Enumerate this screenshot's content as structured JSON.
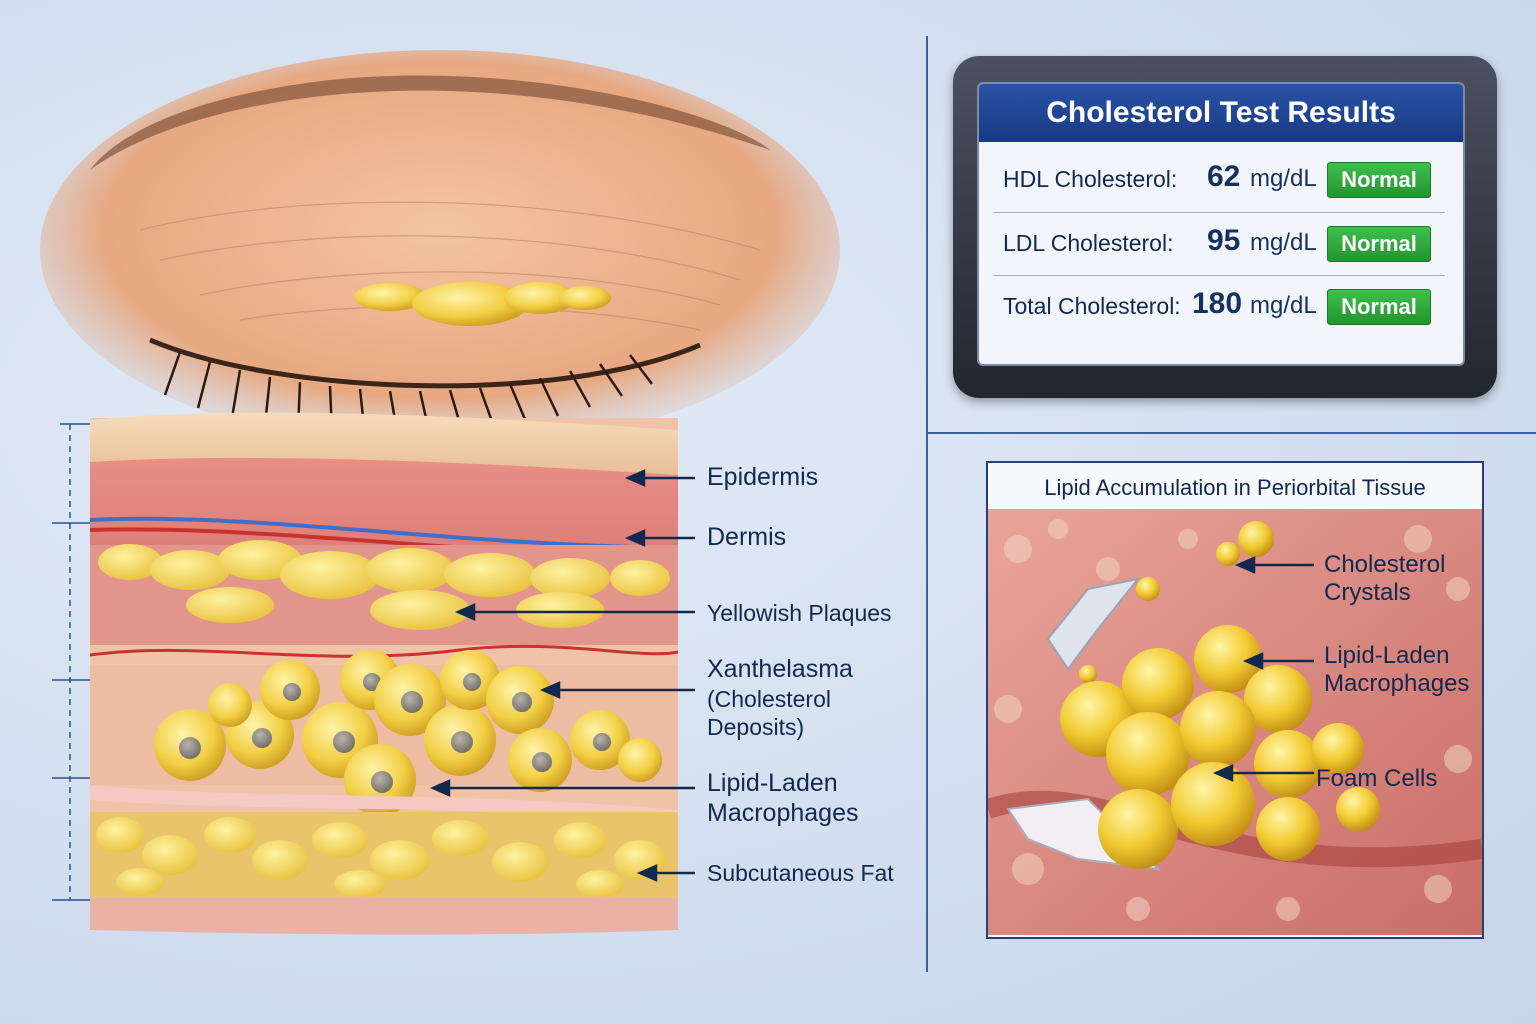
{
  "results_panel": {
    "title": "Cholesterol Test Results",
    "rows": [
      {
        "label": "HDL Cholesterol:",
        "value": "62",
        "unit": "mg/dL",
        "status": "Normal"
      },
      {
        "label": "LDL Cholesterol:",
        "value": "95",
        "unit": "mg/dL",
        "status": "Normal"
      },
      {
        "label": "Total Cholesterol:",
        "value": "180",
        "unit": "mg/dL",
        "status": "Normal"
      }
    ]
  },
  "cross_section_labels": {
    "epidermis": "Epidermis",
    "dermis": "Dermis",
    "yellowish_plaques": "Yellowish Plaques",
    "xanthelasma": "Xanthelasma",
    "xanthelasma_sub1": "(Cholesterol",
    "xanthelasma_sub2": "Deposits)",
    "macrophages1": "Lipid-Laden",
    "macrophages2": "Macrophages",
    "subcutaneous_fat": "Subcutaneous Fat"
  },
  "inset": {
    "title": "Lipid Accumulation in Periorbital Tissue",
    "labels": {
      "crystals1": "Cholesterol",
      "crystals2": "Crystals",
      "macrophages1": "Lipid-Laden",
      "macrophages2": "Macrophages",
      "foam_cells": "Foam Cells"
    }
  },
  "colors": {
    "status_normal": "#2faa3a",
    "title_bar": "#1f4594",
    "label_text": "#13284f",
    "plaque_yellow": "#f1cf4a",
    "skin": "#e9b08c"
  },
  "icons": {
    "arrow": "left-arrow-icon"
  }
}
